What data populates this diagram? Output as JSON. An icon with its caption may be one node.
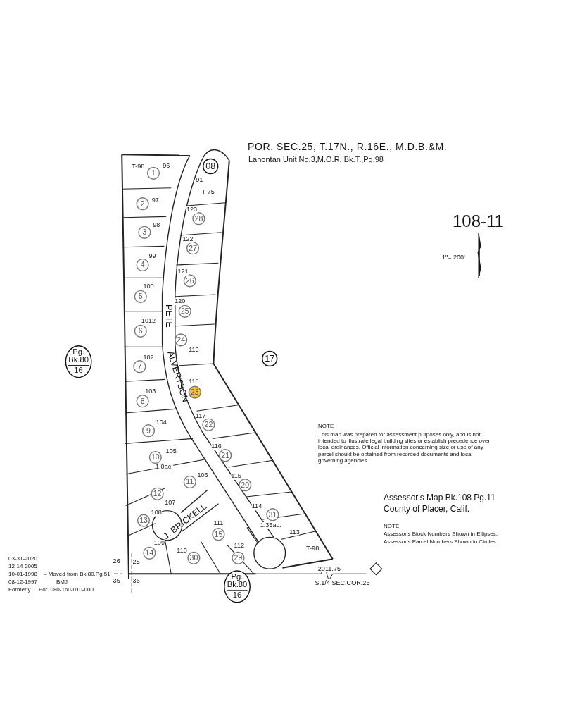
{
  "diagram": {
    "title": "POR. SEC.25, T.17N., R.16E., M.D.B.&M.",
    "nodes": [
      {
        "text": [
          "08"
        ]
      },
      {
        "text": [
          "1"
        ],
        "beside": [
          "96"
        ]
      },
      {
        "text": [
          "28"
        ],
        "beside": [
          "123"
        ]
      },
      {
        "text": [
          "2"
        ],
        "beside": [
          "97"
        ]
      },
      {
        "text": [
          "3"
        ],
        "beside": [
          "98"
        ]
      },
      {
        "text": [
          "27"
        ],
        "beside": [
          "122"
        ]
      },
      {
        "text": [
          "4"
        ],
        "beside": [
          "99"
        ]
      },
      {
        "text": [
          "26"
        ],
        "beside": [
          "121"
        ]
      },
      {
        "text": [
          "5"
        ],
        "beside": [
          "100"
        ]
      },
      {
        "text": [
          "25"
        ],
        "beside": [
          "120"
        ]
      },
      {
        "text": [
          "6"
        ],
        "beside": [
          "1012"
        ]
      },
      {
        "text": [
          "24"
        ],
        "beside": [
          "119"
        ]
      },
      {
        "text": [
          "Pg.",
          "Bk.80",
          "16"
        ]
      },
      {
        "text": [
          "17"
        ]
      },
      {
        "text": [
          "7"
        ],
        "beside": [
          "102"
        ]
      },
      {
        "text": [
          "23"
        ],
        "beside": [
          "118"
        ]
      },
      {
        "text": [
          "8"
        ],
        "beside": [
          "103"
        ]
      },
      {
        "text": [
          "22"
        ],
        "beside": [
          "117"
        ]
      },
      {
        "text": [
          "9"
        ],
        "beside": [
          "104"
        ]
      },
      {
        "text": [
          "21"
        ],
        "beside": [
          "116"
        ]
      },
      {
        "text": [
          "10"
        ],
        "beside": [
          "105",
          "1.0ac."
        ]
      },
      {
        "text": [
          "11"
        ],
        "beside": [
          "106"
        ]
      },
      {
        "text": [
          "20"
        ],
        "beside": [
          "115"
        ]
      },
      {
        "text": [
          "12"
        ],
        "beside": [
          "107"
        ]
      },
      {
        "text": [
          "31"
        ],
        "beside": [
          "114",
          "1.35ac."
        ]
      },
      {
        "text": [
          "13"
        ],
        "beside": [
          "108"
        ]
      },
      {
        "text": [
          "15"
        ],
        "beside": [
          "111"
        ]
      },
      {
        "text": [
          "14"
        ],
        "beside": [
          "109"
        ]
      },
      {
        "text": [
          "30"
        ],
        "beside": [
          "110"
        ]
      },
      {
        "text": [
          "29"
        ],
        "beside": [
          "112"
        ]
      },
      {
        "text": [
          "Pg.",
          "Bk.80",
          "16"
        ]
      }
    ],
    "labels": [
      "Lahontan Unit No.3,M.O.R. Bk.T.,Pg.98",
      "108-11",
      "1\"= 200'",
      "T-98",
      "91",
      "T-75",
      "PETE",
      "ALVERTSON",
      "J. BRICKELL",
      "113",
      "T-98",
      "26",
      "25",
      "35",
      "36",
      "2011.75",
      "S.1/4 SEC.COR.25",
      "NOTE",
      "This map was prepared for assessment purposes only, and is not intended to illustrate legal building sites or establish precedence over local ordinances. Official information concerning size or use of any parcel should be obtained from recorded documents and local governing agencies.",
      "Assessor's Map Bk.108 Pg.11",
      "County of Placer, Calif.",
      "NOTE",
      "Assessor's Block Numbers Shown in Ellipses.",
      "Assessor's Parcel Numbers Shown in Circles.",
      "03-31-2020",
      "12-14-2005",
      "10-01-1998",
      "– Moved from Bk.80,Pg.51",
      "08-12-1997",
      "BMJ",
      "Formerly",
      "Por. 080-160-010-000"
    ]
  }
}
